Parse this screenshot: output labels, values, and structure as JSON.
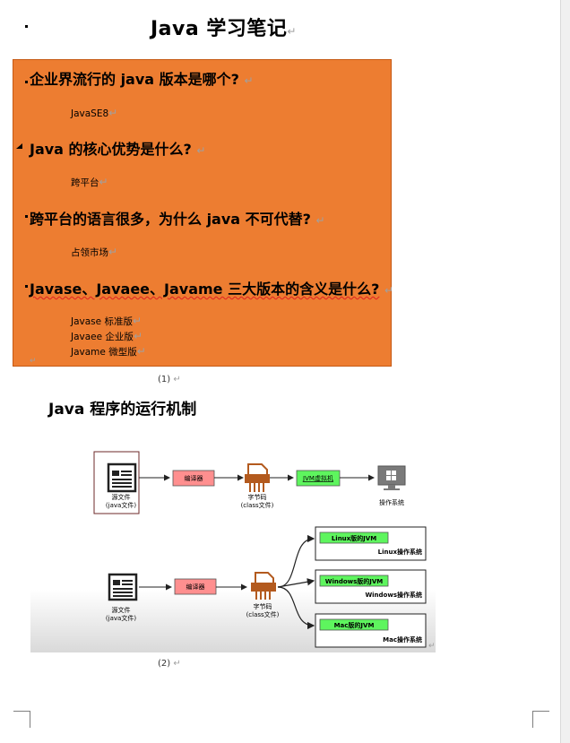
{
  "title": "Java 学习笔记",
  "qa": [
    {
      "question": "企业界流行的 java 版本是哪个?",
      "answers": [
        "JavaSE8"
      ]
    },
    {
      "question": "Java 的核心优势是什么?",
      "answers": [
        "跨平台"
      ]
    },
    {
      "question": "跨平台的语言很多，为什么 java 不可代替?",
      "answers": [
        "占领市场"
      ]
    },
    {
      "question": "Javase、Javaee、Javame 三大版本的含义是什么?",
      "answers": [
        "Javase 标准版",
        "Javaee 企业版",
        "Javame 微型版"
      ]
    }
  ],
  "caption1": "(1)",
  "section_heading": "Java 程序的运行机制",
  "diagram": {
    "source_file": "源文件",
    "source_file_ext": "(java文件)",
    "compiler": "编译器",
    "bytecode": "字节码",
    "bytecode_ext": "(class文件)",
    "jvm": "JVM虚拟机",
    "os": "操作系统",
    "linux_jvm": "Linux版的JVM",
    "linux_os": "Linux操作系统",
    "windows_jvm": "Windows版的JVM",
    "windows_os": "Windows操作系统",
    "mac_jvm": "Mac版的JVM",
    "mac_os": "Mac操作系统"
  },
  "caption2": "(2)",
  "colors": {
    "highlight": "#ed7d31",
    "compiler_fill": "#ff8f8f",
    "jvm_fill": "#5ef55e",
    "bytecode_icon": "#b35a1e"
  }
}
